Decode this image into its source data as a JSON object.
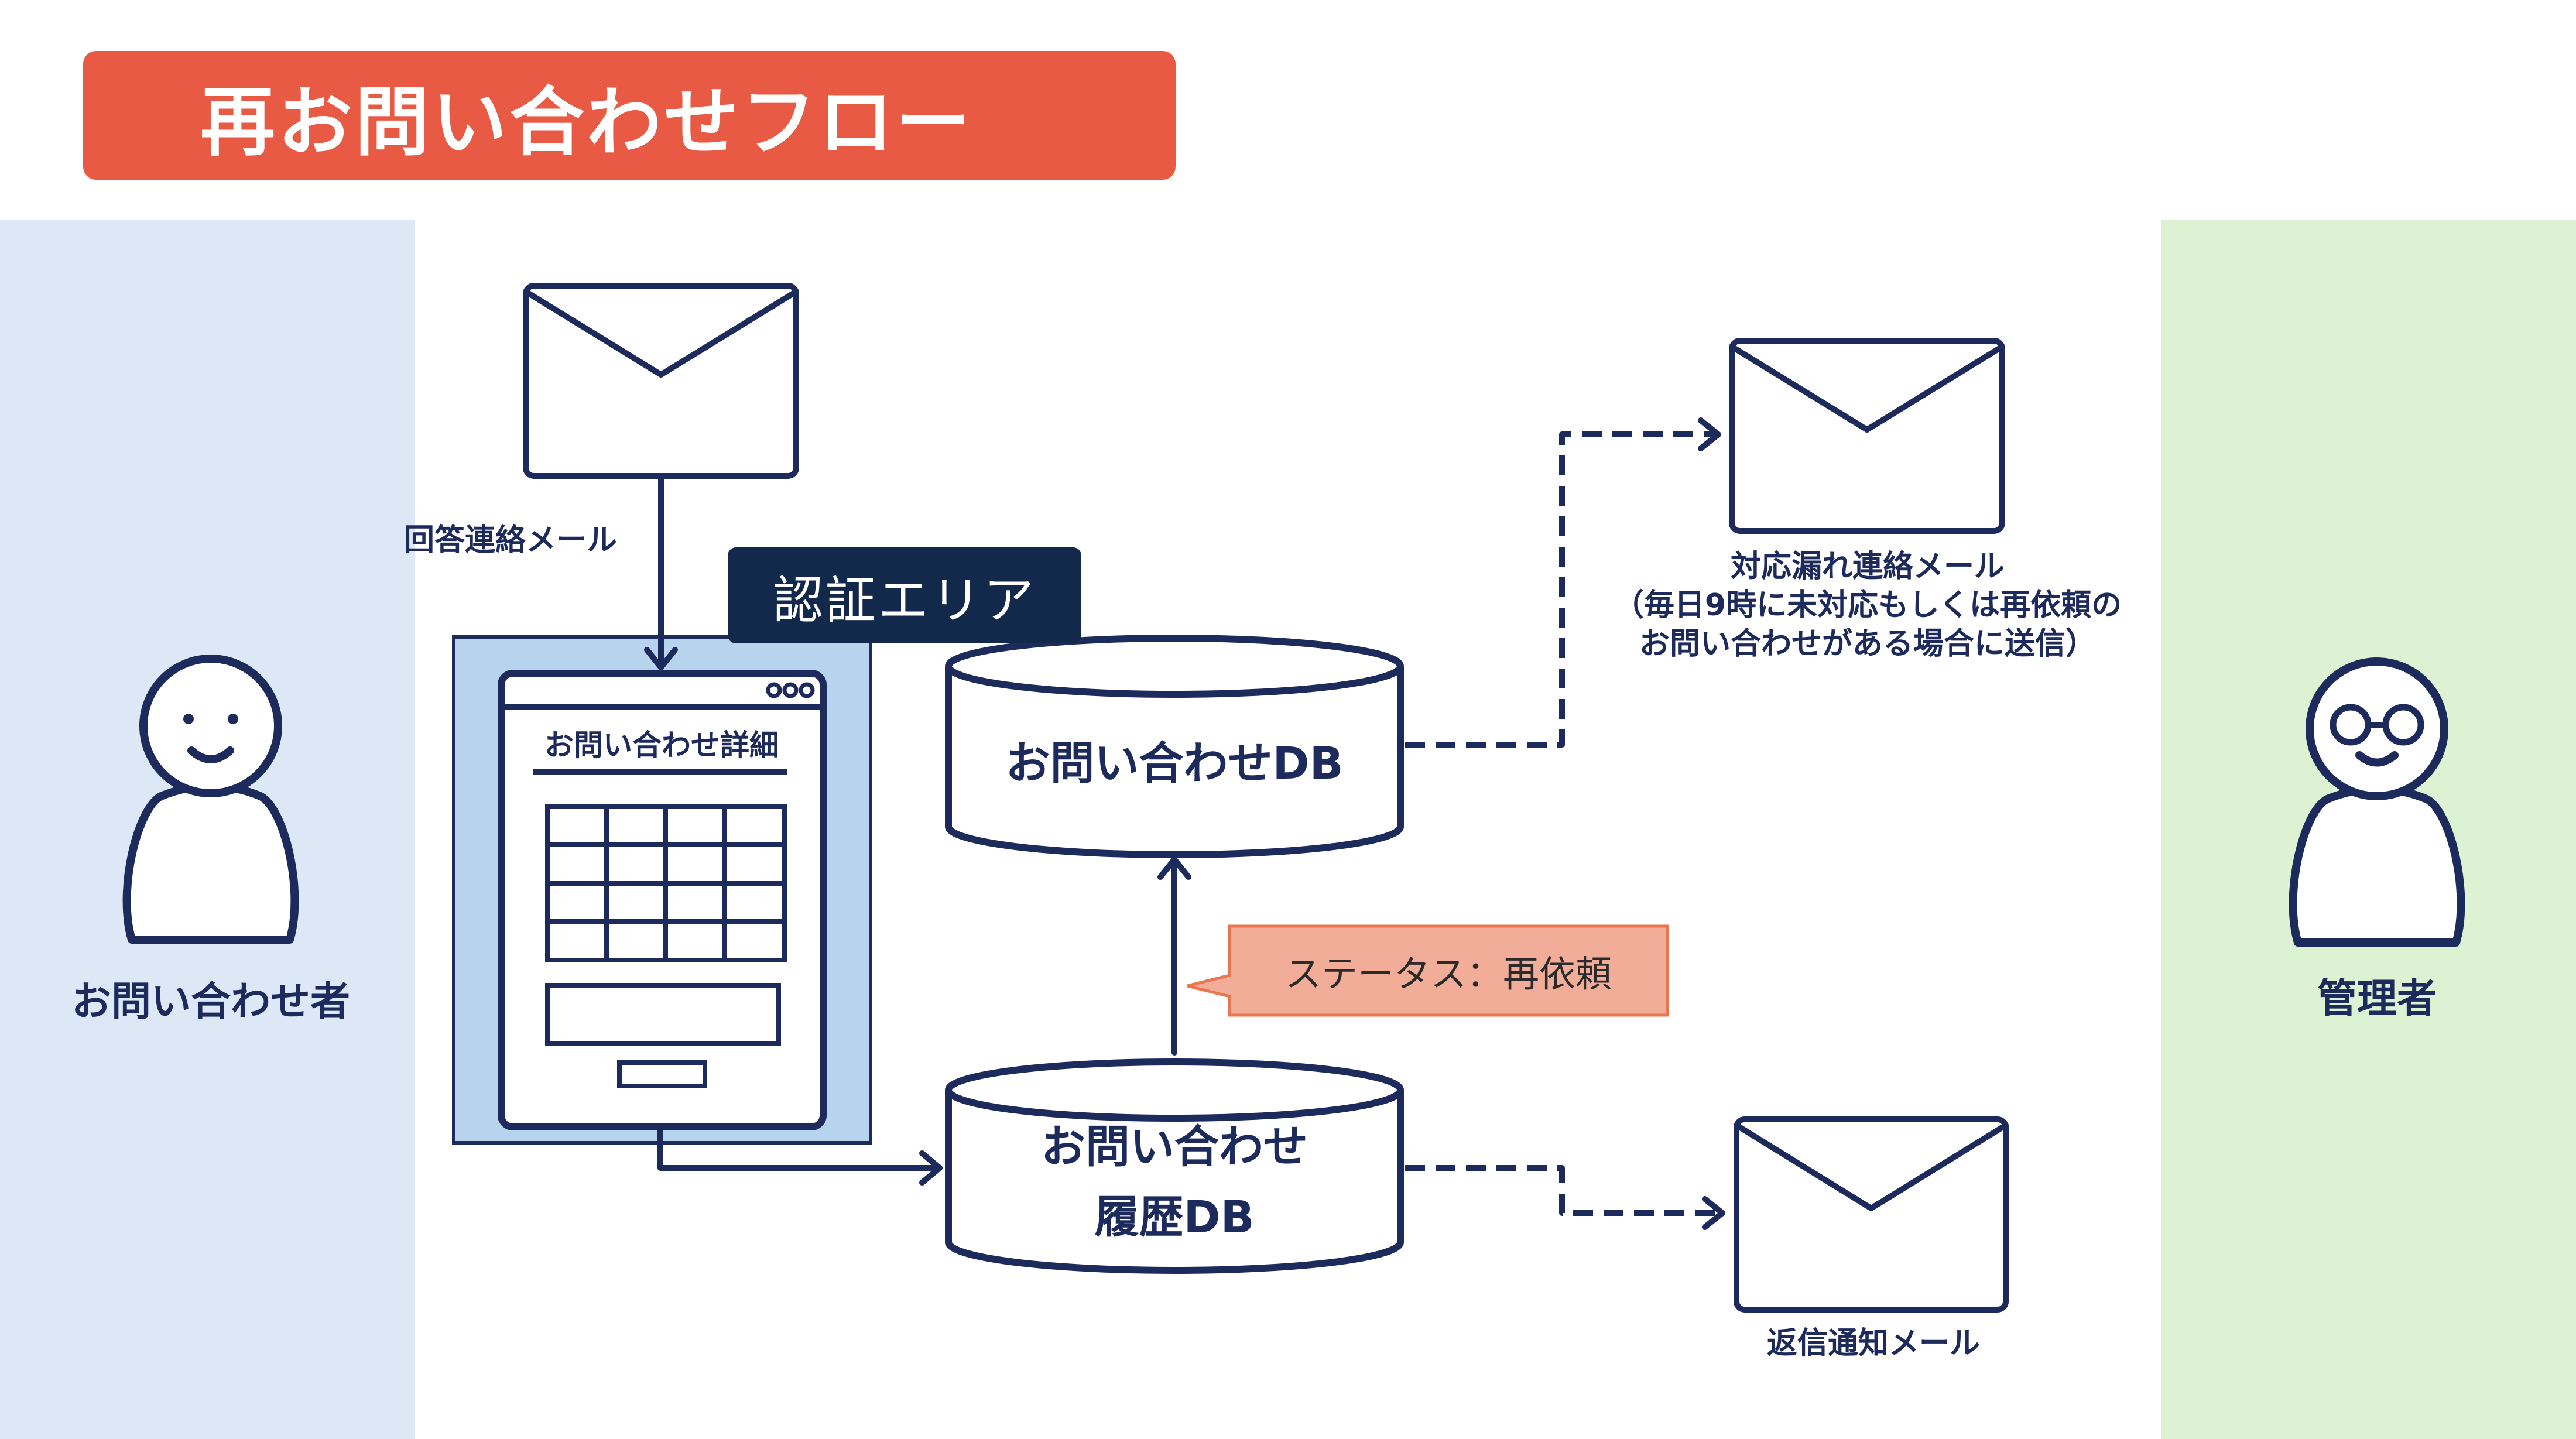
{
  "title": "再お問い合わせフロー",
  "colors": {
    "title_bg": "#e85a43",
    "navy": "#1d2a5c",
    "lane_left": "#dce8f5",
    "lane_right": "#dcf2d3",
    "auth_area": "#b8d3ee",
    "auth_label_bg": "#13294b",
    "status_bg": "#f2ad99",
    "status_border": "#e8764f"
  },
  "actors": {
    "inquirer": "お問い合わせ者",
    "admin": "管理者"
  },
  "labels": {
    "reply_mail": "回答連絡メール",
    "auth_area": "認証エリア",
    "form_title": "お問い合わせ詳細",
    "inquiry_db": "お問い合わせDB",
    "history_db_line1": "お問い合わせ",
    "history_db_line2": "履歴DB",
    "status": "ステータス：再依頼",
    "missed_mail_line1": "対応漏れ連絡メール",
    "missed_mail_line2": "（毎日9時に未対応もしくは再依頼の",
    "missed_mail_line3": "お問い合わせがある場合に送信）",
    "reply_notice_mail": "返信通知メール"
  }
}
